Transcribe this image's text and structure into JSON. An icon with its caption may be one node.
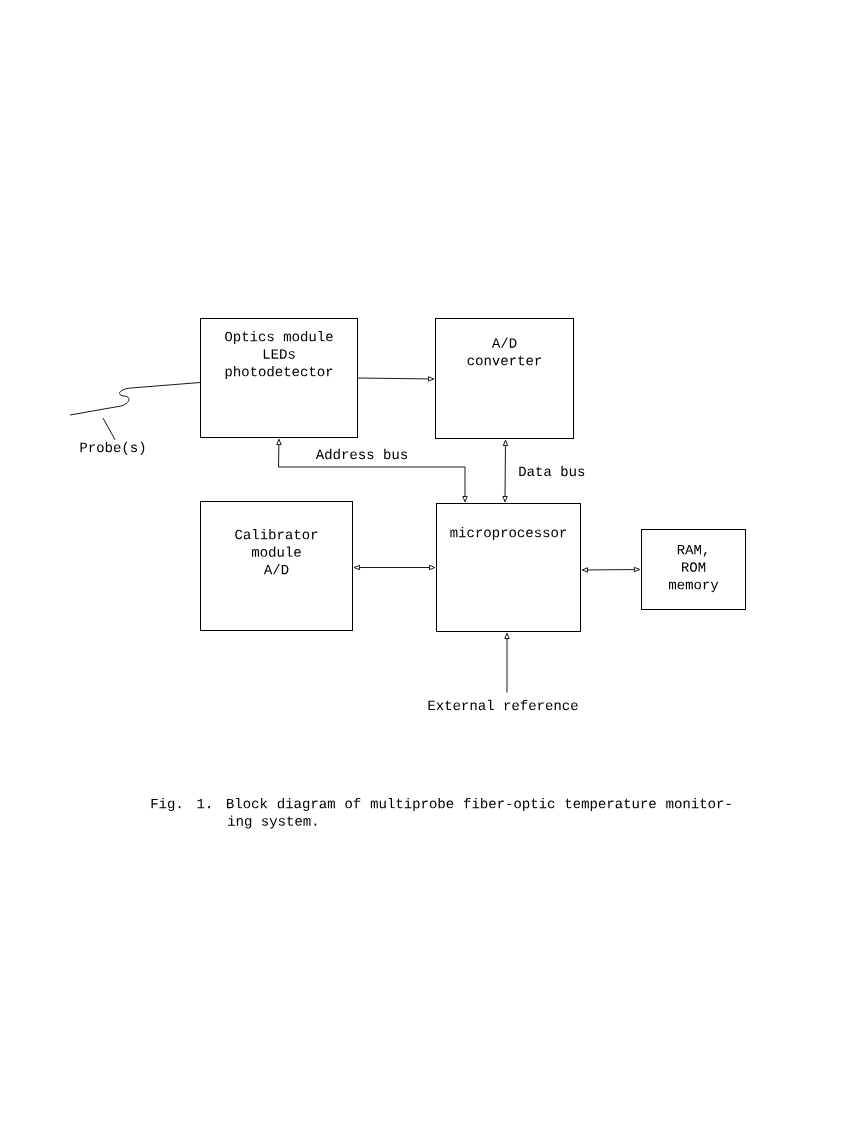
{
  "diagram": {
    "caption": "Fig. 1. Block diagram of multiprobe fiber-optic temperature monitor-ing system.",
    "nodes": [
      {
        "text": [
          "Optics module",
          "LEDs photodetector"
        ]
      },
      {
        "text": [
          "A/D converter"
        ]
      },
      {
        "text": [
          "Probe(s)"
        ]
      },
      {
        "text": [
          "Calibrator module",
          "A/D"
        ]
      },
      {
        "text": [
          "microprocessor"
        ]
      },
      {
        "text": [
          "RAM, ROM memory"
        ]
      },
      {
        "text": [
          "External reference"
        ]
      }
    ],
    "edges": [
      {
        "from": null,
        "to": 0,
        "arrow": "none"
      },
      {
        "from": 2,
        "to": null,
        "arrow": "none"
      },
      {
        "from": 0,
        "to": 1,
        "arrow": "to"
      },
      {
        "from": 4,
        "to": 0,
        "arrow": "both",
        "label": "Address bus"
      },
      {
        "from": 1,
        "to": 4,
        "arrow": "both",
        "label": "Data bus"
      },
      {
        "from": 3,
        "to": 4,
        "arrow": "both"
      },
      {
        "from": 4,
        "to": 5,
        "arrow": "both"
      },
      {
        "from": 6,
        "to": 4,
        "arrow": "to"
      }
    ]
  }
}
